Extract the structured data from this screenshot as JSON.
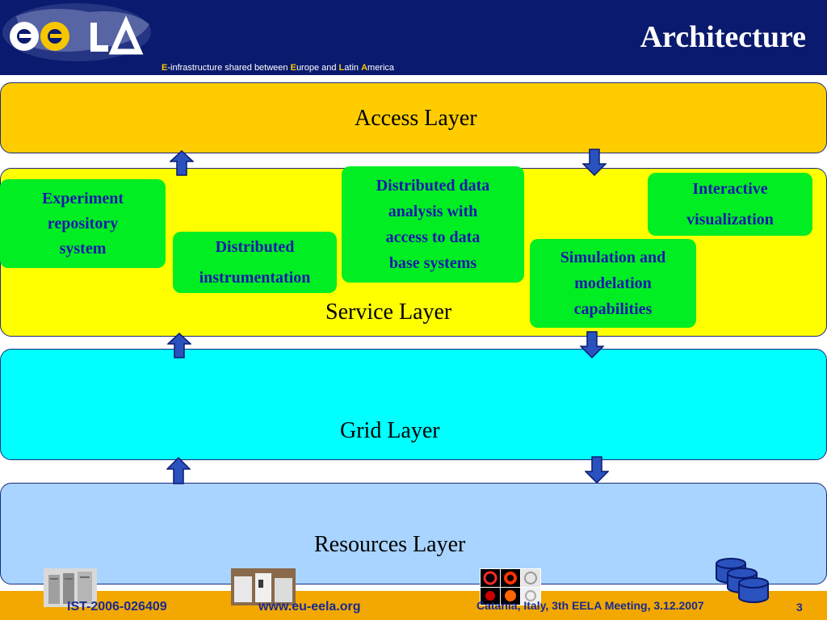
{
  "header": {
    "logo_text": "ee LA",
    "title": "Architecture",
    "subtitle_parts": [
      "E",
      "-infrastructure shared between ",
      "E",
      "urope and ",
      "L",
      "atin ",
      "A",
      "merica"
    ]
  },
  "layers": {
    "access": "Access Layer",
    "service": "Service  Layer",
    "grid": "Grid Layer",
    "resources": "Resources  Layer"
  },
  "services": {
    "experiment": [
      "Experiment",
      "repository",
      "system"
    ],
    "instrumentation": [
      "Distributed",
      "instrumentation"
    ],
    "data_analysis": [
      "Distributed data",
      "analysis with",
      "access to data",
      "base systems"
    ],
    "simulation": [
      "Simulation and",
      "modelation",
      "capabilities"
    ],
    "visualization": [
      "Interactive",
      "visualization"
    ]
  },
  "footer": {
    "project": "IST-2006-026409",
    "url": "www.eu-eela.org",
    "meeting": "Catania, Italy, 3th EELA Meeting, 3.12.2007",
    "page": "3"
  },
  "colors": {
    "header_bg": "#0a1a6e",
    "access_layer": "#ffcc00",
    "service_layer": "#ffff00",
    "grid_layer": "#00ffff",
    "resources_layer": "#a8d4ff",
    "service_box": "#00ee22",
    "footer_bg": "#f2a800",
    "arrow": "#2a52be"
  },
  "icons": [
    "eela-logo-icon",
    "up-arrow-icon",
    "down-arrow-icon",
    "server-rack-icon",
    "lab-equipment-icon",
    "sensor-image-icon",
    "database-stack-icon"
  ]
}
